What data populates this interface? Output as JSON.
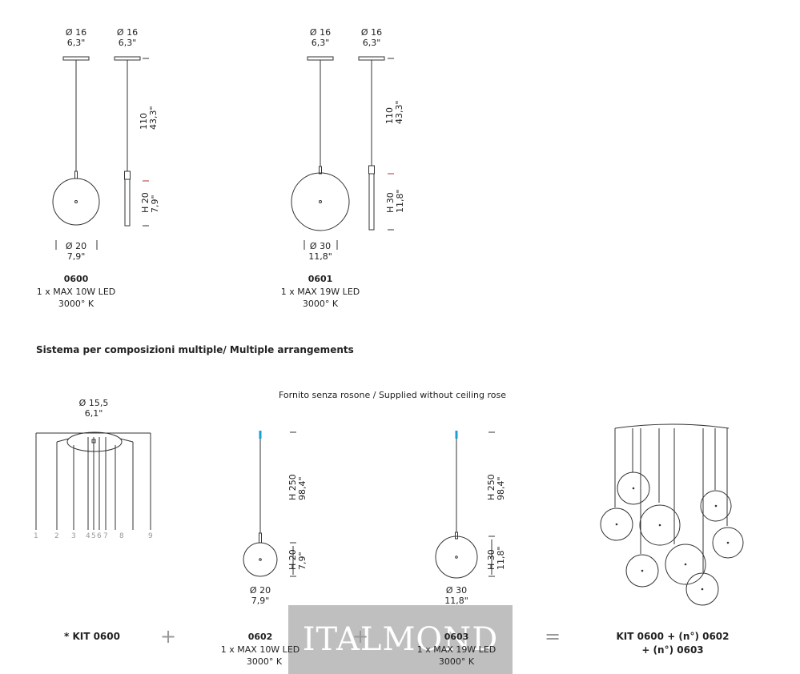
{
  "dims": {
    "canopy_d": "Ø 16",
    "canopy_in": "6,3\"",
    "cable_len": "110",
    "cable_in": "43,3\"",
    "h20": "H 20",
    "h20_in": "7,9\"",
    "h30": "H 30",
    "h30_in": "11,8\"",
    "d20": "Ø 20",
    "d20_in": "7,9\"",
    "d30": "Ø 30",
    "d30_in": "11,8\"",
    "h250": "H 250",
    "h250_in": "98,4\"",
    "d155": "Ø 15,5",
    "d155_in": "6,1\""
  },
  "products": {
    "p0600": {
      "code": "0600",
      "spec": "1 x MAX 10W LED",
      "temp": "3000° K"
    },
    "p0601": {
      "code": "0601",
      "spec": "1 x MAX 19W LED",
      "temp": "3000° K"
    },
    "p0602": {
      "code": "0602",
      "spec": "1 x MAX 10W LED",
      "temp": "3000° K"
    },
    "p0603": {
      "code": "0603",
      "spec": "1 x MAX 19W LED",
      "temp": "3000° K"
    }
  },
  "section_title": "Sistema per composizioni multiple/ Multiple arrangements",
  "supplied_note": "Fornito senza rosone / Supplied without ceiling rose",
  "kit": {
    "kit_label": "* KIT 0600",
    "result_line1": "KIT 0600 + (n°) 0602",
    "result_line2": "+ (n°) 0603",
    "plus": "+",
    "equals": "="
  },
  "hub_numbers": [
    "1",
    "2",
    "3",
    "4",
    "5",
    "6",
    "7",
    "8",
    "9"
  ],
  "watermark": "ITALMOND",
  "colors": {
    "line": "#333333",
    "accent_red": "#b03030",
    "accent_blue": "#1aa0d8",
    "hub_grey": "#999999"
  }
}
